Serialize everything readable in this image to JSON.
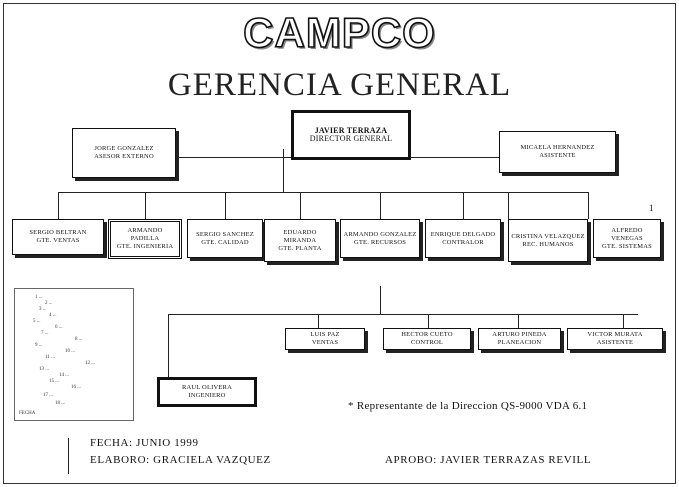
{
  "header": {
    "company": "CAMPCO",
    "department": "GERENCIA GENERAL"
  },
  "top": {
    "director": [
      "JAVIER TERRAZA",
      "DIRECTOR GENERAL"
    ],
    "advisor": [
      "JORGE GONZALEZ",
      "ASESOR EXTERNO"
    ],
    "assistant": [
      "MICAELA HERNANDEZ",
      "ASISTENTE"
    ]
  },
  "managers": [
    [
      "SERGIO BELTRAN",
      "GTE. VENTAS"
    ],
    [
      "ARMANDO PADILLA",
      "GTE. INGENIERIA"
    ],
    [
      "SERGIO SANCHEZ",
      "GTE. CALIDAD"
    ],
    [
      "EDUARDO MIRANDA",
      "GTE. PLANTA"
    ],
    [
      "ARMANDO GONZALEZ",
      "GTE. RECURSOS"
    ],
    [
      "ENRIQUE DELGADO",
      "CONTRALOR"
    ],
    [
      "CRISTINA VELAZQUEZ",
      "REC. HUMANOS"
    ],
    [
      "ALFREDO VENEGAS",
      "GTE. SISTEMAS"
    ]
  ],
  "side_mark": "1",
  "staff": [
    [
      "LUIS PAZ",
      "VENTAS"
    ],
    [
      "HECTOR CUETO",
      "CONTROL"
    ],
    [
      "ARTURO PINEDA",
      "PLANEACION"
    ],
    [
      "VICTOR MURATA",
      "ASISTENTE"
    ]
  ],
  "staff_lower": [
    "RAUL OLIVERA",
    "INGENIERO"
  ],
  "legend_lines": [
    "1 ...",
    "2 ...",
    "3 ...",
    "4 ...",
    "5 ...",
    "6 ...",
    "7 ...",
    "8 ...",
    "9 ...",
    "10 ...",
    "11 ...",
    "12 ...",
    "13 ...",
    "14 ...",
    "15 ...",
    "16 ...",
    "17 ...",
    "18 ..."
  ],
  "legend_footer": "FECHA",
  "note": "* Representante de la Direccion QS-9000 VDA 6.1",
  "footer": {
    "date": "FECHA: JUNIO 1999",
    "prepared": "ELABORO: GRACIELA VAZQUEZ",
    "approved": "APROBO: JAVIER TERRAZAS REVILL"
  }
}
